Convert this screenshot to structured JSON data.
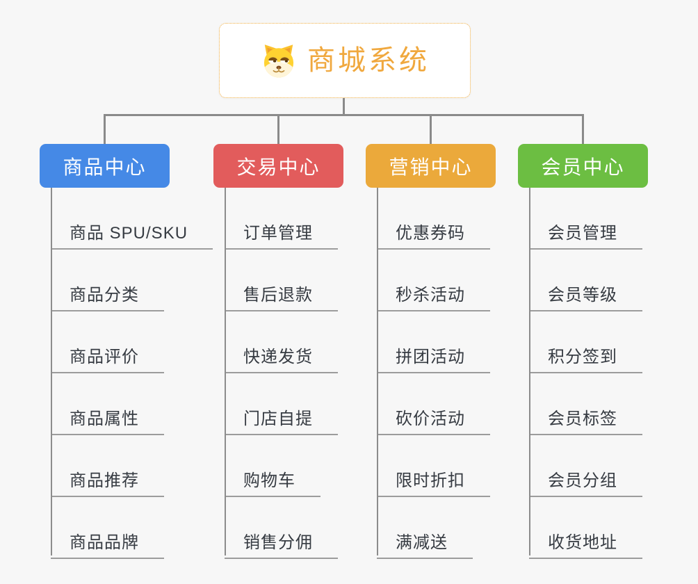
{
  "root": {
    "label": "商城系统",
    "icon": "dog-face-icon",
    "text_color": "#f0a83e",
    "border_color": "#f0ac3f"
  },
  "connectors": {
    "color": "#8a8a8a"
  },
  "branches": [
    {
      "label": "商品中心",
      "color": "#4589e6",
      "children": [
        "商品 SPU/SKU",
        "商品分类",
        "商品评价",
        "商品属性",
        "商品推荐",
        "商品品牌"
      ]
    },
    {
      "label": "交易中心",
      "color": "#e25c5c",
      "children": [
        "订单管理",
        "售后退款",
        "快递发货",
        "门店自提",
        "购物车",
        "销售分佣"
      ]
    },
    {
      "label": "营销中心",
      "color": "#eba93b",
      "children": [
        "优惠券码",
        "秒杀活动",
        "拼团活动",
        "砍价活动",
        "限时折扣",
        "满减送"
      ]
    },
    {
      "label": "会员中心",
      "color": "#6cbe42",
      "children": [
        "会员管理",
        "会员等级",
        "积分签到",
        "会员标签",
        "会员分组",
        "收货地址"
      ]
    }
  ]
}
